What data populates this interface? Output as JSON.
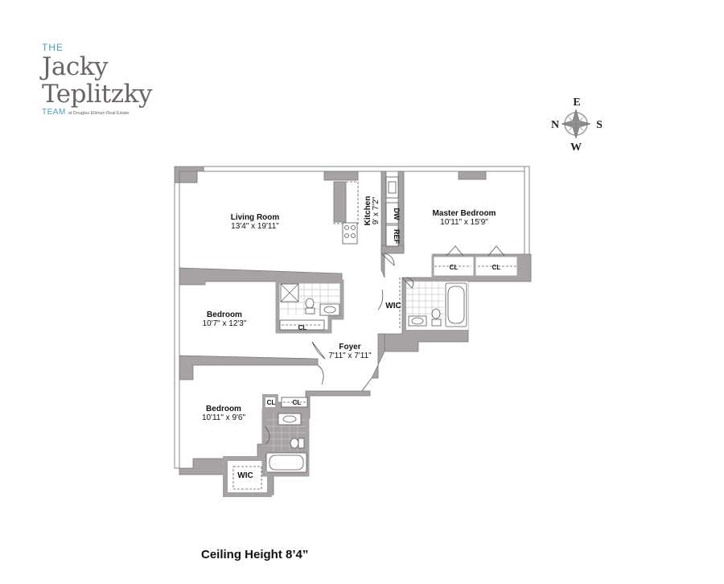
{
  "logo": {
    "the": "THE",
    "name_line1": "Jacky",
    "name_line2": "Teplitzky",
    "team": "TEAM",
    "affiliation": "at Douglas Elliman Real Estate"
  },
  "compass": {
    "e": "E",
    "n": "N",
    "s": "S",
    "w": "W"
  },
  "rooms": {
    "living": {
      "name": "Living Room",
      "dims": "13'4\" x 19'11\""
    },
    "kitchen": {
      "name": "Kitchen",
      "dims": "9' x 7'2\""
    },
    "master": {
      "name": "Master Bedroom",
      "dims": "10'11\" x 15'9\""
    },
    "bedroom1": {
      "name": "Bedroom",
      "dims": "10'7\" x 12'3\""
    },
    "foyer": {
      "name": "Foyer",
      "dims": "7'11\" x 7'11\""
    },
    "bedroom2": {
      "name": "Bedroom",
      "dims": "10'11\" x 9'6\""
    }
  },
  "fixtures": {
    "dw": "DW",
    "ref": "REF",
    "wic": "WIC",
    "cl": "CL"
  },
  "footer": {
    "ceiling": "Ceiling Height 8’4”"
  },
  "colors": {
    "wall": "#a7a3a4",
    "logo_blue": "#4a9ec4",
    "logo_gray": "#6a6466"
  }
}
